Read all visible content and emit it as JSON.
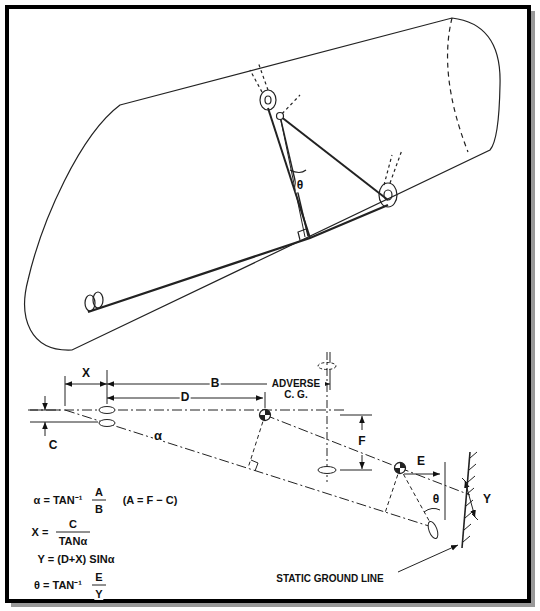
{
  "diagram": {
    "labels": [
      "X",
      "B",
      "D",
      "ADVERSE C. G.",
      "C",
      "α",
      "F",
      "E",
      "θ",
      "Y",
      "STATIC GROUND LINE",
      "α = TAN⁻¹",
      "A",
      "B",
      "(A = F − C)",
      "X =",
      "C",
      "TANα",
      "Y = (D+X) SINα",
      "θ = TAN⁻¹",
      "E",
      "Y",
      "θ"
    ]
  }
}
